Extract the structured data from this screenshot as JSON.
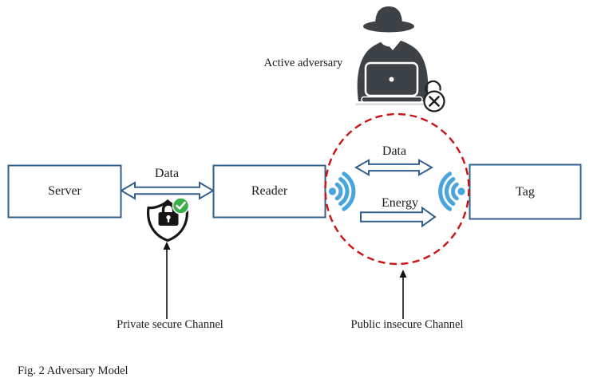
{
  "colors": {
    "box_border": "#32608e",
    "arrow_outline": "#32608e",
    "wifi": "#47a4dc",
    "insecure_red": "#cc1111",
    "adversary_gray": "#3d4246",
    "icon_black": "#161616",
    "check_green": "#3cae48",
    "text": "#1c1c1c"
  },
  "nodes": {
    "server": "Server",
    "reader": "Reader",
    "tag": "Tag"
  },
  "channels": {
    "server_reader_label": "Data",
    "air_data_label": "Data",
    "air_energy_label": "Energy"
  },
  "annotations": {
    "adversary": "Active adversary",
    "private_channel": "Private secure Channel",
    "public_channel": "Public insecure Channel",
    "caption": "Fig. 2 Adversary Model"
  }
}
